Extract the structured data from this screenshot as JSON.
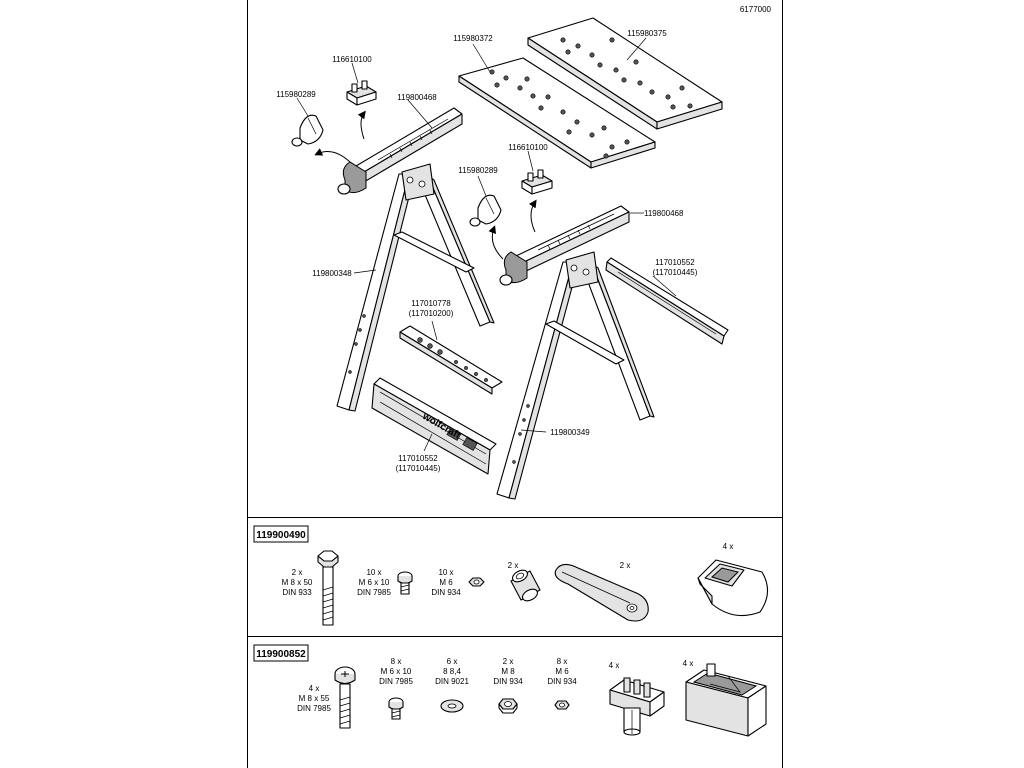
{
  "doc_number": "6177000",
  "brand": "wolfcraft",
  "main_labels": {
    "board_left": "115980372",
    "board_right": "115980375",
    "clamp_top": "116610100",
    "clamp_mid": "116610100",
    "knob_top": "115980289",
    "knob_mid": "115980289",
    "rail_top": "119800468",
    "rail_mid": "119800468",
    "leg_left": "119800348",
    "leg_right": "119800349",
    "crossbar_right_l1": "117010552",
    "crossbar_right_l2": "(117010445)",
    "slat_l1": "117010778",
    "slat_l2": "(117010200)",
    "crossbar_left_l1": "117010552",
    "crossbar_left_l2": "(117010445)"
  },
  "kit1": {
    "id": "119900490",
    "items": [
      {
        "qty": "2 x",
        "spec": [
          "M 8 x 50",
          "DIN 933"
        ],
        "icon": "hex-bolt-icon"
      },
      {
        "qty": "10 x",
        "spec": [
          "M 6 x 10",
          "DIN 7985"
        ],
        "icon": "small-screw-icon"
      },
      {
        "qty": "10 x",
        "spec": [
          "M 6",
          "DIN 934"
        ],
        "icon": "hex-nut-icon"
      },
      {
        "qty": "2 x",
        "spec": [],
        "icon": "spacer-sleeve-icon"
      },
      {
        "qty": "2 x",
        "spec": [],
        "icon": "handle-lever-icon"
      },
      {
        "qty": "4 x",
        "spec": [],
        "icon": "foot-cap-icon"
      }
    ]
  },
  "kit2": {
    "id": "119900852",
    "items": [
      {
        "qty": "4 x",
        "spec": [
          "M 8 x 55",
          "DIN 7985"
        ],
        "icon": "long-screw-icon"
      },
      {
        "qty": "8 x",
        "spec": [
          "M 6 x 10",
          "DIN 7985"
        ],
        "icon": "small-screw-icon"
      },
      {
        "qty": "6 x",
        "spec": [
          "8 8,4",
          "DIN 9021"
        ],
        "icon": "washer-icon"
      },
      {
        "qty": "2 x",
        "spec": [
          "M 8",
          "DIN 934"
        ],
        "icon": "hex-nut-icon"
      },
      {
        "qty": "8 x",
        "spec": [
          "M 6",
          "DIN 934"
        ],
        "icon": "hex-nut-icon"
      },
      {
        "qty": "4 x",
        "spec": [],
        "icon": "insert-clip-icon"
      },
      {
        "qty": "4 x",
        "spec": [],
        "icon": "rect-foot-cap-icon"
      }
    ]
  }
}
